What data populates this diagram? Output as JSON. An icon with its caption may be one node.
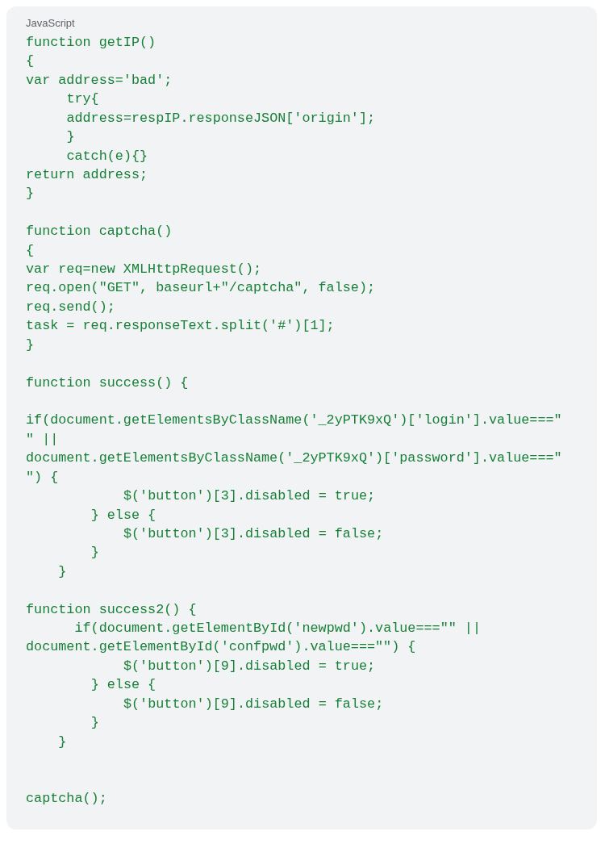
{
  "diagram": {
    "labels": [
      "JavaScript",
      "function getIP()",
      "{",
      "var address='bad';",
      "try{",
      "address=respIP.responseJSON['origin'];",
      "}",
      "catch(e){}",
      "return address;",
      "}",
      "function captcha()",
      "{",
      "var req=new XMLHttpRequest();",
      "req.open(\"GET\", baseurl+\"/captcha\", false);",
      "req.send();",
      "task = req.responseText.split('#')[1];",
      "}",
      "function success() {",
      "if(document.getElementsByClassName('_2yPTK9xQ')['login'].value===\"",
      "\" ||",
      "document.getElementsByClassName('_2yPTK9xQ')['password'].value===\"",
      "\") {",
      "$('button')[3].disabled = true;",
      "} else {",
      "$('button')[3].disabled = false;",
      "}",
      "}",
      "function success2() {",
      "if(document.getElementById('newpwd').value===\"\" ||",
      "document.getElementById('confpwd').value===\"\") {",
      "$('button')[9].disabled = true;",
      "} else {",
      "$('button')[9].disabled = false;",
      "}",
      "}",
      "captcha();"
    ]
  }
}
